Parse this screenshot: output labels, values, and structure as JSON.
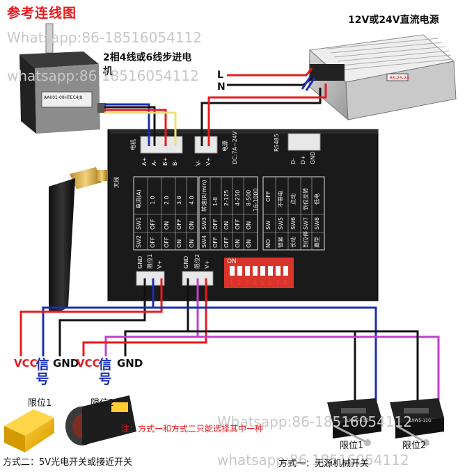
{
  "title": "参考连线图",
  "psu_label": "12V或24V直流电源",
  "psu_model": "RS-25-24",
  "motor_label": "2相4线或6线步进电机",
  "motor_model": "AA001-00HTEC4J8",
  "watermarks": [
    "Whatsapp:86-18516054112",
    "whatsapp:86 18516054112",
    "Whatsapp:86-18516054112",
    "whatsapp:86 18516054112"
  ],
  "line_L": "L",
  "line_N": "N",
  "board": {
    "motor_port": "电机",
    "motor_pins": [
      "A+",
      "A-",
      "B+",
      "B-"
    ],
    "power_port": "电源",
    "power_spec": "DC:7A~24V",
    "power_pins": [
      "V-",
      "V+"
    ],
    "rs485": "RS485",
    "rs485_pins": [
      "D-",
      "D+",
      "GND"
    ],
    "antenna": "天线",
    "current_header": "电流(A)",
    "current_values": [
      "1.0",
      "2.0",
      "3.0",
      "4.0"
    ],
    "sw_a": [
      "SW1",
      "SW2"
    ],
    "sw_a_rows": [
      [
        "OFF",
        "OFF"
      ],
      [
        "ON",
        "OFF"
      ],
      [
        "OFF",
        "ON"
      ],
      [
        "ON",
        "ON"
      ]
    ],
    "speed_header": "转速(R/min)",
    "speed_values": [
      "1-8",
      "2-125",
      "4-250",
      "8-500",
      "16-1000"
    ],
    "sw_b": [
      "SW3",
      "SW4"
    ],
    "sw_b_rows": [
      [
        "OFF",
        "OFF"
      ],
      [
        "ON",
        "OFF"
      ],
      [
        "OFF",
        "ON"
      ],
      [
        "ON",
        "ON"
      ]
    ],
    "mode_off": "OFF",
    "mode_items": [
      "不带电",
      "点动",
      "到位反转",
      "低电"
    ],
    "sw_c": [
      "SW",
      "SW5",
      "SW6",
      "SW7",
      "SW8"
    ],
    "sw_c_vals": [
      "NO",
      "锁紧",
      "长动",
      "到位停",
      "离型"
    ],
    "limit1_pins": [
      "GND",
      "限位1",
      "V+"
    ],
    "limit2_pins": [
      "GND",
      "限位2",
      "V+"
    ],
    "dip_on": "ON",
    "dip_numbers": [
      "1",
      "2",
      "3",
      "4",
      "5",
      "6",
      "7",
      "8"
    ]
  },
  "left_labels_1": {
    "vcc": "VCC",
    "sig": "信号",
    "gnd": "GND"
  },
  "left_labels_2": {
    "vcc": "VCC",
    "sig": "信号",
    "gnd": "GND"
  },
  "limit1": "限位1",
  "limit2": "限位2",
  "right_limit1": "限位1",
  "right_limit2": "限位2",
  "note": "注：方式一和方式二只能选择其中一种",
  "method1": "方式一：无源机械开关",
  "method2": "方式二：5V光电开关或接近开关",
  "switch_model": "LXW5-11G",
  "colors": {
    "red": "#e8191c",
    "blue": "#1a2fb0",
    "purple": "#c23fd0",
    "black": "#111111",
    "yellow": "#e8e37a",
    "board": "#1a1a1a",
    "accent": "#ff3b3b"
  }
}
